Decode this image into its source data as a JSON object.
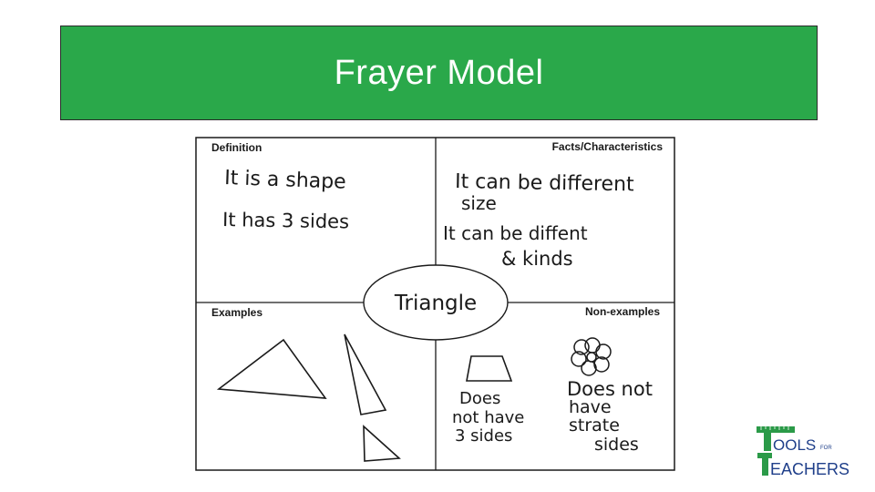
{
  "slide": {
    "title": "Frayer Model",
    "banner_color": "#2aa84a"
  },
  "frayer": {
    "center_word": "Triangle",
    "quadrants": {
      "definition": {
        "label": "Definition",
        "lines": [
          "It is a shape",
          "It has 3 sides"
        ]
      },
      "facts": {
        "label": "Facts/Characteristics",
        "lines": [
          "It can be different",
          "size",
          "It can be diffent",
          "& kinds"
        ]
      },
      "examples": {
        "label": "Examples",
        "drawings": [
          "triangle-icon",
          "triangle-icon",
          "triangle-icon"
        ]
      },
      "non_examples": {
        "label": "Non-examples",
        "drawings": [
          "square-icon",
          "flower-icon"
        ],
        "captions": [
          [
            "Does",
            "not have",
            "3 sides"
          ],
          [
            "Does not",
            "have",
            "strate",
            "sides"
          ]
        ]
      }
    }
  },
  "logo": {
    "line1_initial": "T",
    "line1_rest": "OOLS",
    "for": "FOR",
    "line2_initial": "T",
    "line2_rest": "EACHERS",
    "color": "#2b9a48",
    "text_color": "#1f3f8a"
  }
}
